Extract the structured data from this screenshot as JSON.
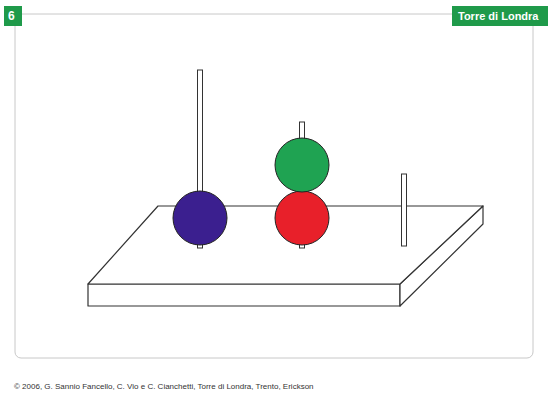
{
  "diagram": {
    "labels": [
      "6",
      "Torre di Londra",
      "© 2006, G. Sannio Fancello, C. Vio e C. Cianchetti, Torre di Londra, Trento, Erickson"
    ]
  }
}
